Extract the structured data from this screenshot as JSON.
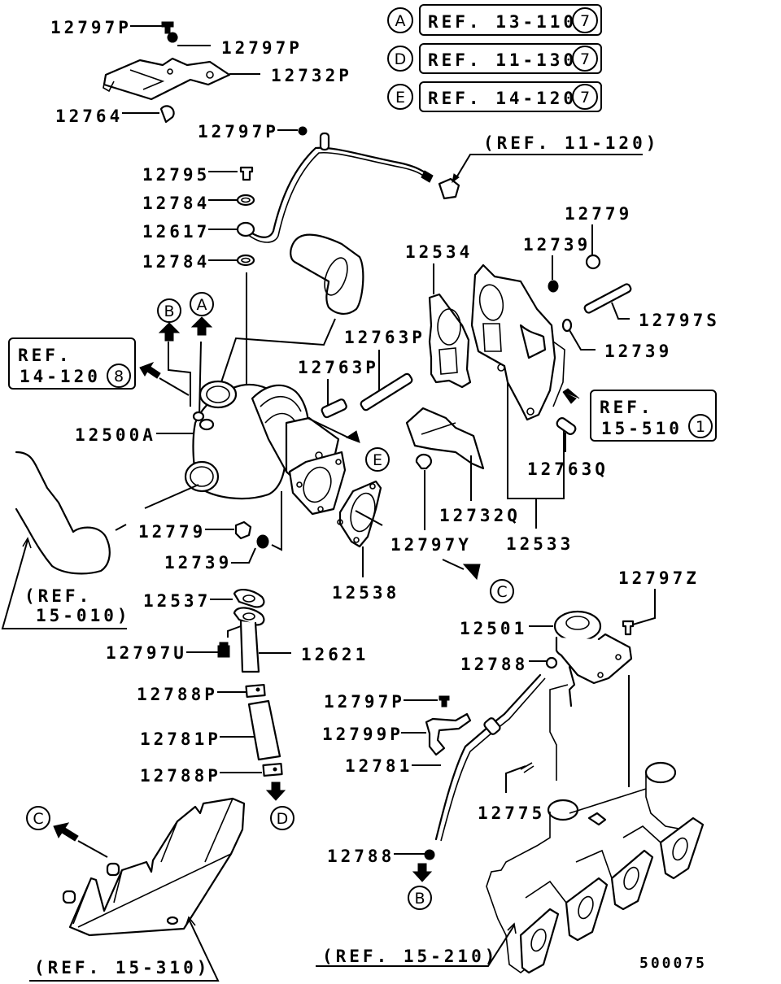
{
  "diagram": {
    "type": "exploded-parts-diagram",
    "subject": "turbocharger and related parts",
    "figure_code": "500075",
    "legend_refs": [
      {
        "letter": "A",
        "ref": "REF. 13-110",
        "circle_num": "7"
      },
      {
        "letter": "D",
        "ref": "REF. 11-130",
        "circle_num": "7"
      },
      {
        "letter": "E",
        "ref": "REF. 14-120",
        "circle_num": "7"
      }
    ],
    "boxed_refs": [
      {
        "line1": "REF.",
        "line2": "14-120",
        "circle_num": "8"
      },
      {
        "line1": "REF.",
        "line2": "15-510",
        "circle_num": "1"
      }
    ],
    "paren_refs": {
      "r11_120": "(REF. 11-120)",
      "r15_010_a": "(REF.",
      "r15_010_b": "15-010)",
      "r15_310": "(REF. 15-310)",
      "r15_210": "(REF. 15-210)"
    },
    "connectors": {
      "A": "A",
      "B": "B",
      "C": "C",
      "D": "D",
      "E": "E"
    },
    "parts": {
      "p12797P_1": "12797P",
      "p12797P_2": "12797P",
      "p12732P": "12732P",
      "p12764": "12764",
      "p12797P_3": "12797P",
      "p12795": "12795",
      "p12784_1": "12784",
      "p12617": "12617",
      "p12784_2": "12784",
      "p12534": "12534",
      "p12739_top": "12739",
      "p12779_top": "12779",
      "p12797S": "12797S",
      "p12739_right": "12739",
      "p12763P_1": "12763P",
      "p12763P_2": "12763P",
      "p12500A": "12500A",
      "p12763Q": "12763Q",
      "p12732Q": "12732Q",
      "p12533": "12533",
      "p12779_low": "12779",
      "p12739_low": "12739",
      "p12797Y": "12797Y",
      "p12538": "12538",
      "p12537": "12537",
      "p12797U": "12797U",
      "p12621": "12621",
      "p12788P_1": "12788P",
      "p12781P": "12781P",
      "p12788P_2": "12788P",
      "p12797Z": "12797Z",
      "p12501": "12501",
      "p12788_1": "12788",
      "p12797P_4": "12797P",
      "p12799P": "12799P",
      "p12781": "12781",
      "p12775": "12775",
      "p12788_2": "12788"
    }
  }
}
